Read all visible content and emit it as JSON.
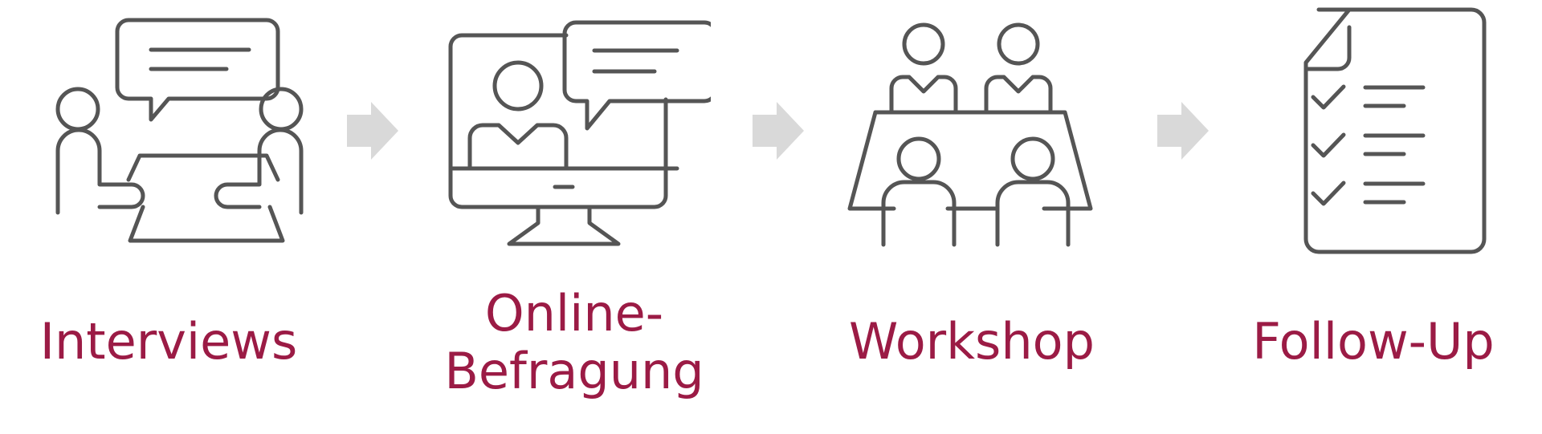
{
  "colors": {
    "icon_stroke": "#555555",
    "label": "#9b1b45",
    "arrow": "#d9d9d9",
    "background": "#ffffff"
  },
  "steps": [
    {
      "icon": "interview-icon",
      "label_lines": [
        "Interviews"
      ]
    },
    {
      "icon": "online-survey-icon",
      "label_lines": [
        "Online-",
        "Befragung"
      ]
    },
    {
      "icon": "workshop-icon",
      "label_lines": [
        "Workshop"
      ]
    },
    {
      "icon": "checklist-document-icon",
      "label_lines": [
        "Follow-Up"
      ]
    }
  ],
  "arrows": [
    "arrow-right-icon",
    "arrow-right-icon",
    "arrow-right-icon"
  ]
}
